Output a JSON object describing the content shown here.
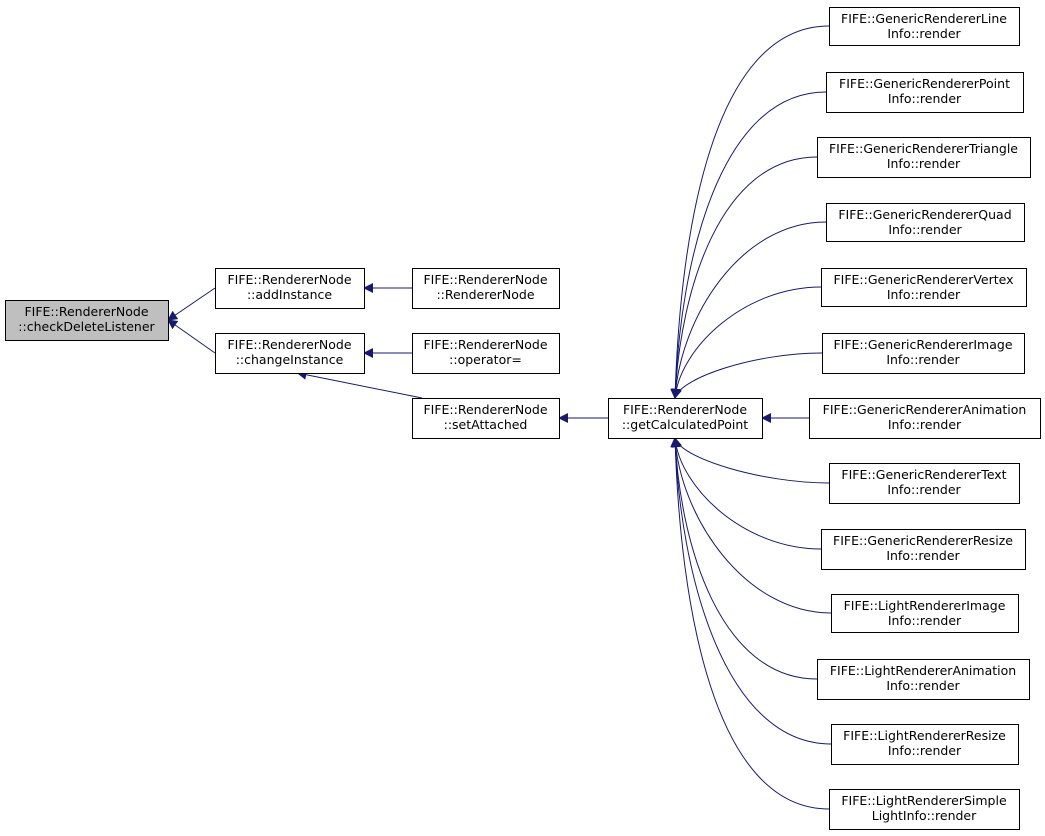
{
  "colors": {
    "edge": "#191970",
    "root_fill": "#bfbfbf",
    "node_fill": "#ffffff",
    "node_border": "#000000"
  },
  "nodes": [
    {
      "id": "checkDeleteListener",
      "line1": "FIFE::RendererNode",
      "line2": "::checkDeleteListener",
      "root": true
    },
    {
      "id": "addInstance",
      "line1": "FIFE::RendererNode",
      "line2": "::addInstance"
    },
    {
      "id": "changeInstance",
      "line1": "FIFE::RendererNode",
      "line2": "::changeInstance"
    },
    {
      "id": "rendererNode",
      "line1": "FIFE::RendererNode",
      "line2": "::RendererNode"
    },
    {
      "id": "operatorEq",
      "line1": "FIFE::RendererNode",
      "line2": "::operator="
    },
    {
      "id": "setAttached",
      "line1": "FIFE::RendererNode",
      "line2": "::setAttached"
    },
    {
      "id": "getCalculatedPoint",
      "line1": "FIFE::RendererNode",
      "line2": "::getCalculatedPoint"
    },
    {
      "id": "lineInfo",
      "line1": "FIFE::GenericRendererLine",
      "line2": "Info::render"
    },
    {
      "id": "pointInfo",
      "line1": "FIFE::GenericRendererPoint",
      "line2": "Info::render"
    },
    {
      "id": "triangleInfo",
      "line1": "FIFE::GenericRendererTriangle",
      "line2": "Info::render"
    },
    {
      "id": "quadInfo",
      "line1": "FIFE::GenericRendererQuad",
      "line2": "Info::render"
    },
    {
      "id": "vertexInfo",
      "line1": "FIFE::GenericRendererVertex",
      "line2": "Info::render"
    },
    {
      "id": "imageInfo",
      "line1": "FIFE::GenericRendererImage",
      "line2": "Info::render"
    },
    {
      "id": "animationInfo",
      "line1": "FIFE::GenericRendererAnimation",
      "line2": "Info::render"
    },
    {
      "id": "textInfo",
      "line1": "FIFE::GenericRendererText",
      "line2": "Info::render"
    },
    {
      "id": "resizeInfo",
      "line1": "FIFE::GenericRendererResize",
      "line2": "Info::render"
    },
    {
      "id": "lightImageInfo",
      "line1": "FIFE::LightRendererImage",
      "line2": "Info::render"
    },
    {
      "id": "lightAnimationInfo",
      "line1": "FIFE::LightRendererAnimation",
      "line2": "Info::render"
    },
    {
      "id": "lightResizeInfo",
      "line1": "FIFE::LightRendererResize",
      "line2": "Info::render"
    },
    {
      "id": "lightSimpleInfo",
      "line1": "FIFE::LightRendererSimple",
      "line2": "LightInfo::render"
    }
  ],
  "edges": [
    {
      "from": "addInstance",
      "to": "checkDeleteListener"
    },
    {
      "from": "changeInstance",
      "to": "checkDeleteListener"
    },
    {
      "from": "rendererNode",
      "to": "addInstance"
    },
    {
      "from": "operatorEq",
      "to": "changeInstance"
    },
    {
      "from": "setAttached",
      "to": "changeInstance"
    },
    {
      "from": "getCalculatedPoint",
      "to": "setAttached"
    },
    {
      "from": "lineInfo",
      "to": "getCalculatedPoint"
    },
    {
      "from": "pointInfo",
      "to": "getCalculatedPoint"
    },
    {
      "from": "triangleInfo",
      "to": "getCalculatedPoint"
    },
    {
      "from": "quadInfo",
      "to": "getCalculatedPoint"
    },
    {
      "from": "vertexInfo",
      "to": "getCalculatedPoint"
    },
    {
      "from": "imageInfo",
      "to": "getCalculatedPoint"
    },
    {
      "from": "animationInfo",
      "to": "getCalculatedPoint"
    },
    {
      "from": "textInfo",
      "to": "getCalculatedPoint"
    },
    {
      "from": "resizeInfo",
      "to": "getCalculatedPoint"
    },
    {
      "from": "lightImageInfo",
      "to": "getCalculatedPoint"
    },
    {
      "from": "lightAnimationInfo",
      "to": "getCalculatedPoint"
    },
    {
      "from": "lightResizeInfo",
      "to": "getCalculatedPoint"
    },
    {
      "from": "lightSimpleInfo",
      "to": "getCalculatedPoint"
    }
  ]
}
